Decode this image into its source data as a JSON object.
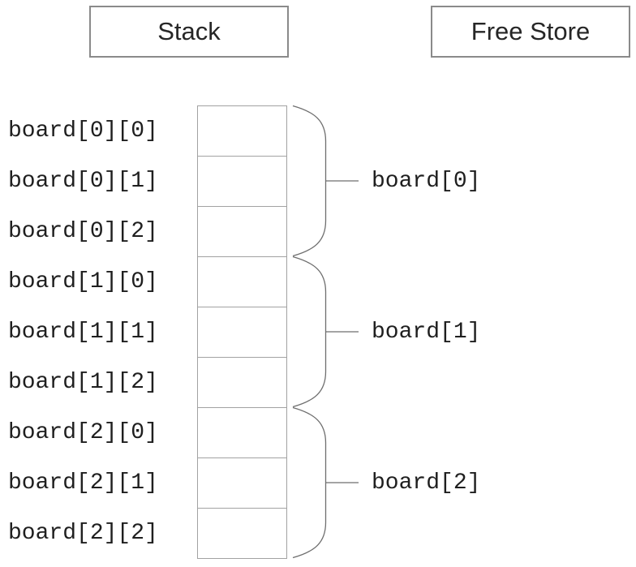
{
  "headers": {
    "stack": "Stack",
    "free_store": "Free Store"
  },
  "stack_cells": [
    {
      "label": "board[0][0]"
    },
    {
      "label": "board[0][1]"
    },
    {
      "label": "board[0][2]"
    },
    {
      "label": "board[1][0]"
    },
    {
      "label": "board[1][1]"
    },
    {
      "label": "board[1][2]"
    },
    {
      "label": "board[2][0]"
    },
    {
      "label": "board[2][1]"
    },
    {
      "label": "board[2][2]"
    }
  ],
  "free_store_groups": [
    {
      "label": "board[0]"
    },
    {
      "label": "board[1]"
    },
    {
      "label": "board[2]"
    }
  ],
  "colors": {
    "box_border": "#8a8a8a",
    "cell_border": "#a2a2a2",
    "brace_line": "#6e6e6e",
    "text": "#1f1f1f",
    "bg": "#ffffff"
  }
}
